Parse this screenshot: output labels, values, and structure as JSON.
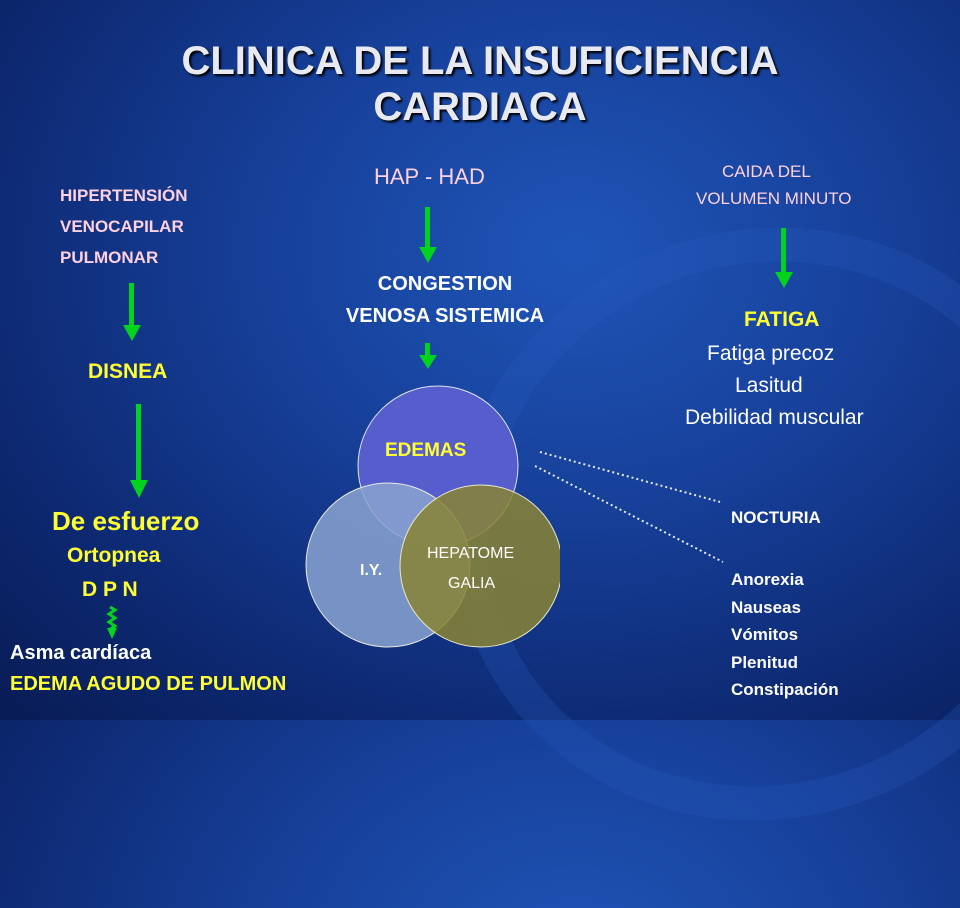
{
  "slide": {
    "title_line1": "CLINICA DE LA INSUFICIENCIA",
    "title_line2": "CARDIACA"
  },
  "left_column": {
    "cause_lines": [
      "HIPERTENSIÓN",
      "VENOCAPILAR",
      "PULMONAR"
    ],
    "result": "DISNEA",
    "types": [
      "De esfuerzo",
      "Ortopnea",
      "D P N"
    ],
    "final_lines": [
      "Asma cardíaca",
      "EDEMA AGUDO DE PULMON"
    ]
  },
  "center_column": {
    "cause": "HAP - HAD",
    "result_lines": [
      "CONGESTION",
      "VENOSA SISTEMICA"
    ],
    "venn": {
      "top": "EDEMAS",
      "left": "I.Y.",
      "right_line1": "HEPATOME",
      "right_line2": "GALIA"
    }
  },
  "right_column": {
    "cause_lines": [
      "CAIDA DEL",
      "VOLUMEN MINUTO"
    ],
    "result": "FATIGA",
    "symptoms": [
      "Fatiga precoz",
      "Lasitud",
      "Debilidad muscular"
    ],
    "edema_links": [
      "NOCTURIA",
      "Anorexia",
      "Nauseas",
      "Vómitos",
      "Plenitud",
      "Constipación"
    ]
  },
  "colors": {
    "arrow": "#00d21e",
    "venn_top": "#5a5fd0",
    "venn_left": "#7a93c8",
    "venn_right": "#7e7a3a"
  }
}
